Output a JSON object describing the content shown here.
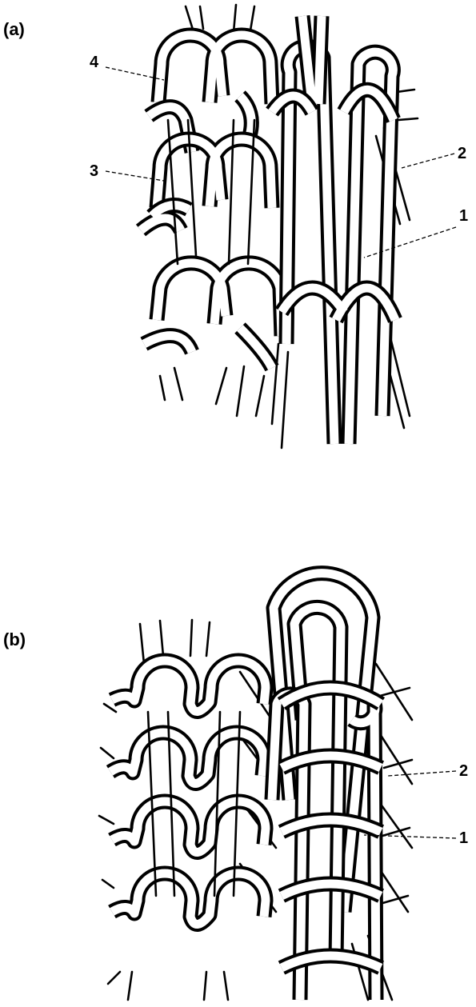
{
  "panels": [
    {
      "label": "(a)",
      "callouts": [
        "4",
        "3",
        "2",
        "1"
      ]
    },
    {
      "label": "(b)",
      "callouts": [
        "2",
        "1"
      ]
    }
  ]
}
